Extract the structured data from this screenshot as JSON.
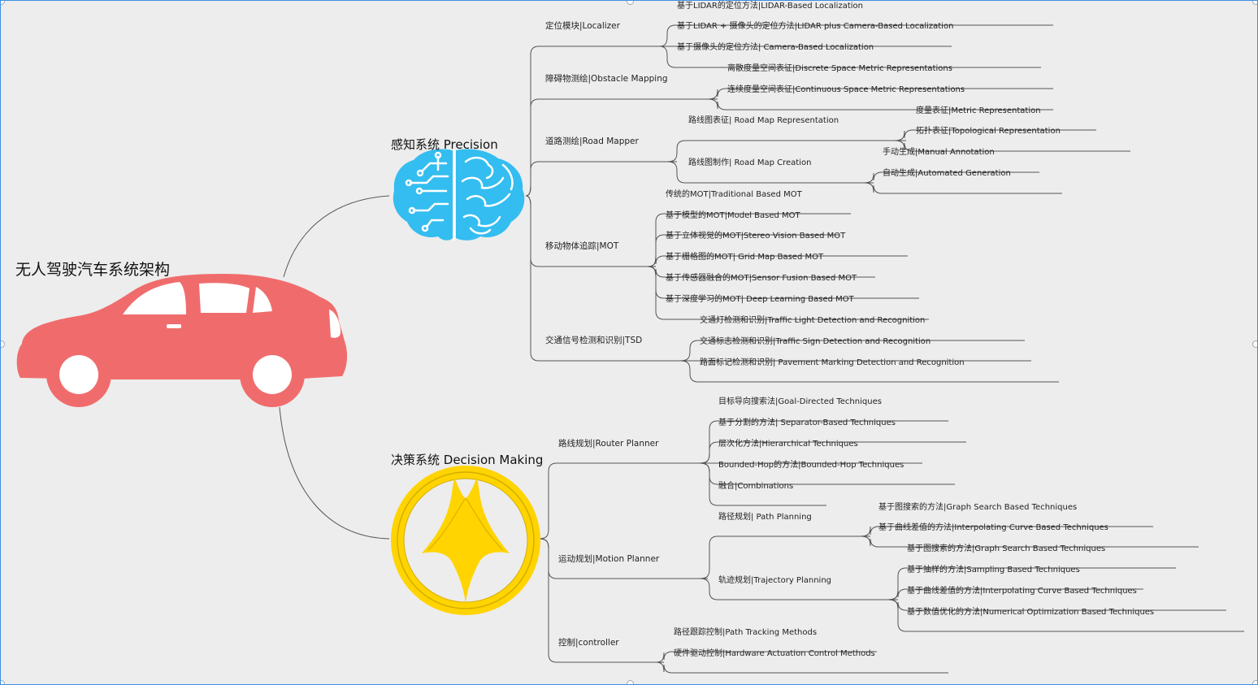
{
  "root": {
    "title": "无人驾驶汽车系统架构",
    "icon": "car-icon",
    "color": "#f06c6c"
  },
  "perception": {
    "title": "感知系统 Precision",
    "icon": "brain-icon",
    "color": "#34bdf0",
    "localizer": {
      "title": "定位模块|Localizer",
      "items": [
        "基于LIDAR的定位方法|LIDAR-Based Localization",
        "基于LIDAR + 摄像头的定位方法|LIDAR plus Camera-Based Localization",
        "基于摄像头的定位方法| Camera-Based Localization"
      ]
    },
    "obstacle": {
      "title": "障碍物测绘|Obstacle Mapping",
      "items": [
        "离散度量空间表征|Discrete Space Metric Representations",
        "连续度量空间表征|Continuous Space Metric Representations"
      ]
    },
    "road": {
      "title": "道路测绘|Road Mapper",
      "representation": {
        "title": "路线图表征| Road Map Representation",
        "items": [
          "度量表征|Metric Representation",
          "拓扑表征|Topological Representation"
        ]
      },
      "creation": {
        "title": "路线图制作| Road Map Creation",
        "items": [
          "手动生成|Manual Annotation",
          "自动生成|Automated Generation"
        ]
      }
    },
    "mot": {
      "title": "移动物体追踪|MOT",
      "items": [
        "传统的MOT|Traditional Based MOT",
        "基于模型的MOT|Model Based MOT",
        "基于立体视觉的MOT|Stereo Vision Based MOT",
        "基于栅格图的MOT| Grid Map Based MOT",
        "基于传感器融合的MOT|Sensor Fusion Based MOT",
        "基于深度学习的MOT| Deep Learning Based MOT"
      ]
    },
    "tsd": {
      "title": "交通信号检测和识别|TSD",
      "items": [
        "交通灯检测和识别|Traffic Light Detection and Recognition",
        "交通标志检测和识别|Traffic Sign Detection and Recognition",
        "路面标记检测和识别| Pavement Marking Detection and Recognition"
      ]
    }
  },
  "decision": {
    "title": "决策系统 Decision Making",
    "icon": "steering-wheel-icon",
    "color": "#ffd400",
    "router": {
      "title": "路线规划|Router Planner",
      "items": [
        "目标导向搜索法|Goal-Directed Techniques",
        "基于分割的方法| Separator-Based Techniques",
        "层次化方法|Hierarchical Techniques",
        "Bounded-Hop的方法|Bounded-Hop Techniques",
        "融合|Combinations"
      ]
    },
    "motion": {
      "title": "运动规划|Motion Planner",
      "path": {
        "title": "路径规划| Path Planning",
        "items": [
          "基于图搜索的方法|Graph Search Based Techniques",
          "基于曲线差值的方法|Interpolating Curve Based Techniques"
        ]
      },
      "trajectory": {
        "title": "轨迹规划|Trajectory Planning",
        "items": [
          "基于图搜索的方法|Graph Search Based Techniques",
          "基于抽样的方法|Sampling Based Techniques",
          "基于曲线差值的方法|Interpolating Curve Based Techniques",
          "基于数值优化的方法|Numerical Optimization Based Techniques"
        ]
      }
    },
    "control": {
      "title": "控制|controller",
      "items": [
        "路径跟踪控制|Path Tracking Methods",
        "硬件驱动控制|Hardware Actuation Control Methods"
      ]
    }
  }
}
